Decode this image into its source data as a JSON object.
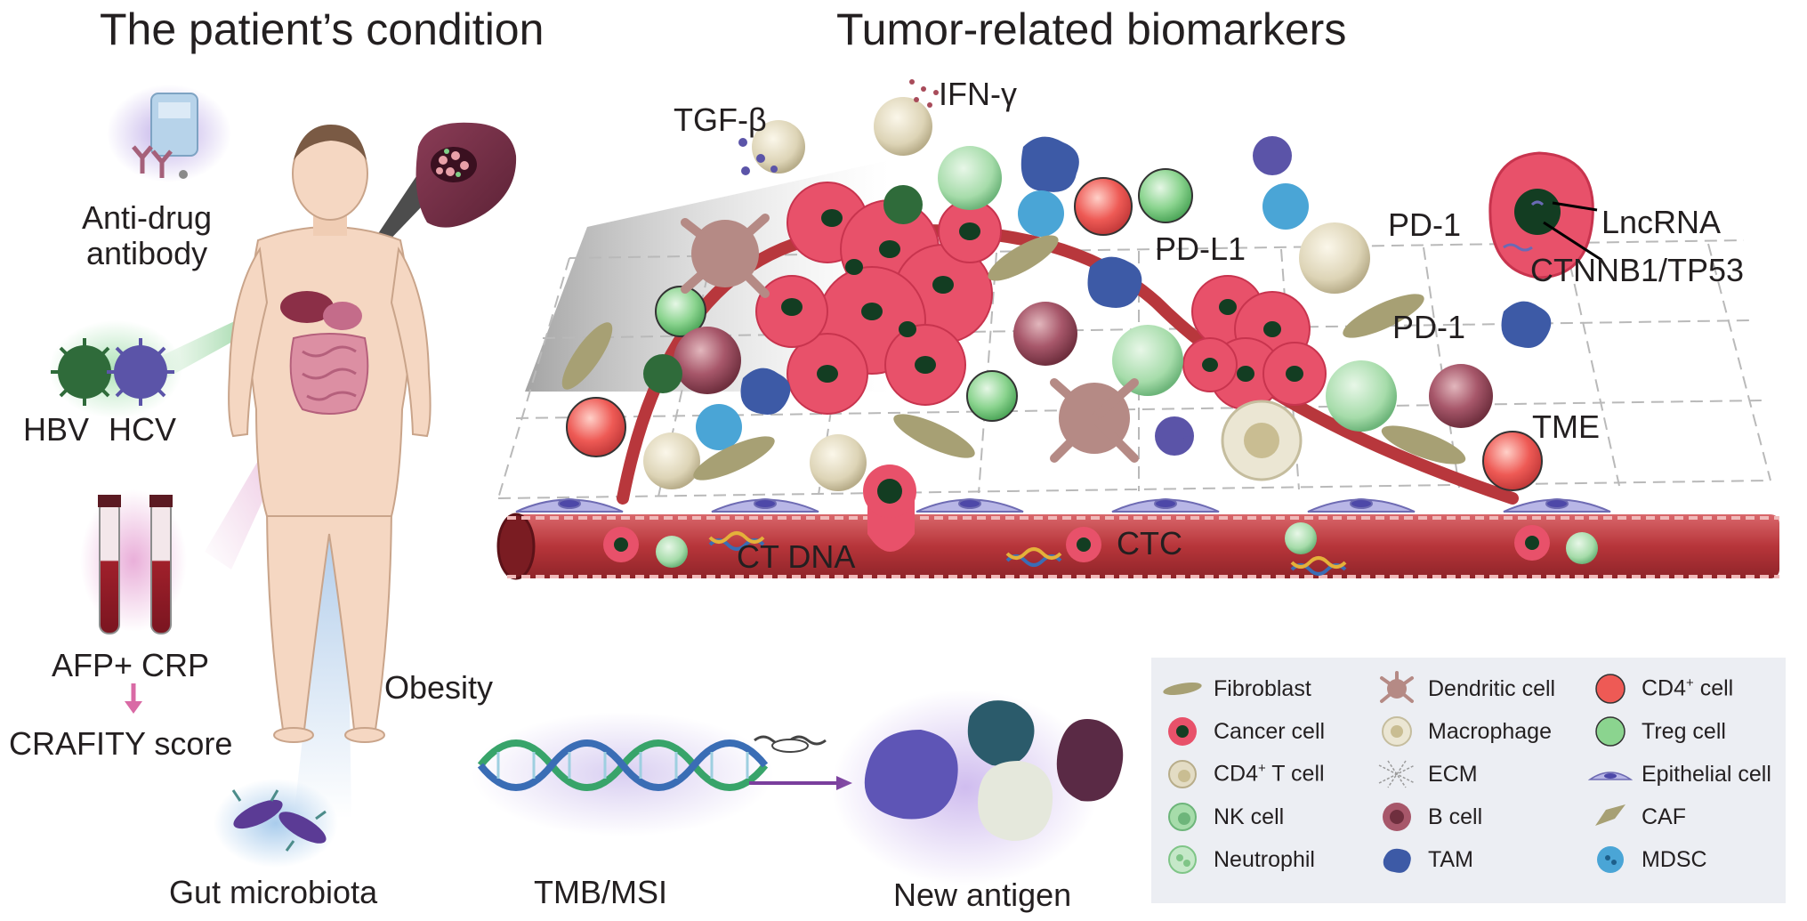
{
  "titles": {
    "left": "The patient’s condition",
    "right": "Tumor-related biomarkers"
  },
  "patient_labels": {
    "anti_drug_antibody": "Anti-drug\nantibody",
    "hbv": "HBV",
    "hcv": "HCV",
    "afp_crp": "AFP+ CRP",
    "crafity": "CRAFITY score",
    "obesity": "Obesity",
    "gut_microbiota": "Gut microbiota"
  },
  "tumor_labels": {
    "tgf_beta": "TGF-β",
    "ifn_gamma": "IFN-γ",
    "pd_l1": "PD-L1",
    "pd_1_top": "PD-1",
    "pd_1_mid": "PD-1",
    "lncrna": "LncRNA",
    "ctnnb1_tp53": "CTNNB1/TP53",
    "tme": "TME",
    "ct_dna": "CT DNA",
    "ctc": "CTC",
    "tmb_msi": "TMB/MSI",
    "new_antigen": "New antigen"
  },
  "legend": [
    {
      "label": "Fibroblast",
      "icon": "fibroblast-icon"
    },
    {
      "label": "Cancer cell",
      "icon": "cancer-cell-icon"
    },
    {
      "label": "CD4",
      "sup": "+",
      "suffix": " T cell",
      "icon": "cd4-t-cell-icon"
    },
    {
      "label": "NK cell",
      "icon": "nk-cell-icon"
    },
    {
      "label": "Neutrophil",
      "icon": "neutrophil-icon"
    },
    {
      "label": "Dendritic cell",
      "icon": "dendritic-cell-icon"
    },
    {
      "label": "Macrophage",
      "icon": "macrophage-icon"
    },
    {
      "label": "ECM",
      "icon": "ecm-icon"
    },
    {
      "label": "B cell",
      "icon": "b-cell-icon"
    },
    {
      "label": "TAM",
      "icon": "tam-icon"
    },
    {
      "label": "CD4",
      "sup": "+",
      "suffix": " cell",
      "icon": "cd4-cell-icon"
    },
    {
      "label": "Treg  cell",
      "icon": "treg-cell-icon"
    },
    {
      "label": "Epithelial cell",
      "icon": "epithelial-cell-icon"
    },
    {
      "label": "CAF",
      "icon": "caf-icon"
    },
    {
      "label": "MDSC",
      "icon": "mdsc-icon"
    }
  ],
  "colors": {
    "cancer": "#e8516a",
    "vessel": "#b8373c",
    "cd4_red": "#e94848",
    "treg_green": "#7fcf87",
    "bcell": "#9e4b5a",
    "tam": "#3d5aa6",
    "mdsc": "#4aa5d6",
    "fibroblast": "#a7a074",
    "tcell": "#e3dcc4",
    "dendritic": "#b58a85",
    "virus_hbv": "#2f6b3a",
    "virus_hcv": "#5b54a8"
  }
}
